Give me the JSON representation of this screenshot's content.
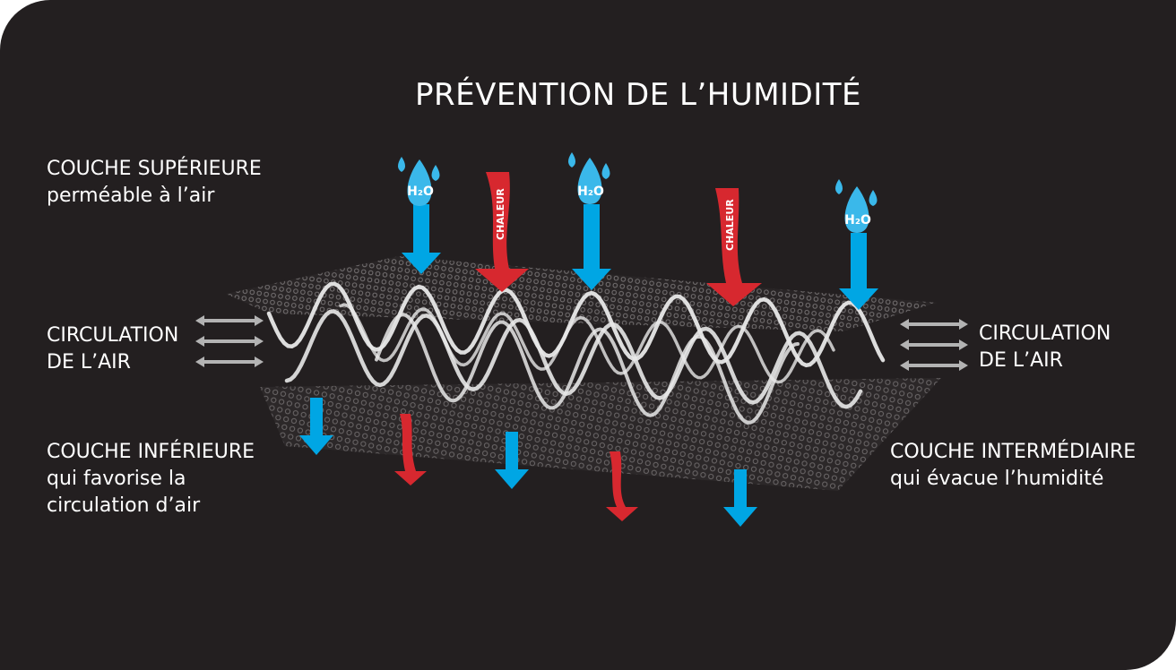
{
  "title": "PRÉVENTION DE L’HUMIDITÉ",
  "labels": {
    "top_layer": {
      "line1": "COUCHE SUPÉRIEURE",
      "line2": "perméable à l’air"
    },
    "air_left": {
      "line1": "CIRCULATION",
      "line2": "DE L’AIR"
    },
    "air_right": {
      "line1": "CIRCULATION",
      "line2": "DE L’AIR"
    },
    "bottom_layer": {
      "line1": "COUCHE INFÉRIEURE",
      "line2": "qui favorise la",
      "line3": "circulation d’air"
    },
    "middle_layer": {
      "line1": "COUCHE INTERMÉDIAIRE",
      "line2": "qui évacue l’humidité"
    }
  },
  "arrows": {
    "heat_label": "CHALEUR",
    "water_label": "H₂O"
  },
  "colors": {
    "background": "#231f20",
    "text": "#ffffff",
    "water": "#00a6e4",
    "water_light": "#3ab8ea",
    "heat": "#d7282f",
    "fiber": "#e8e8e8",
    "air_arrow": "#b3b3b3"
  }
}
